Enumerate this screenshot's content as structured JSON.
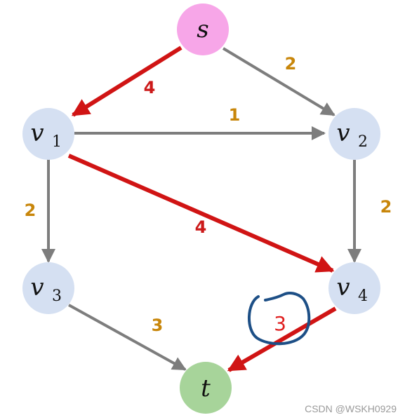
{
  "colors": {
    "edge_gray": "#7d7d7d",
    "edge_red": "#d01414",
    "weight_orange": "#c8860a",
    "weight_red": "#cc1a1a",
    "node_source": "#f7a6e8",
    "node_sink": "#a7d49a",
    "node_default": "#d5e0f2",
    "annotation_blue": "#1d4f86"
  },
  "nodes": {
    "s": {
      "label": "s",
      "sub": ""
    },
    "v1": {
      "label": "v",
      "sub": "1"
    },
    "v2": {
      "label": "v",
      "sub": "2"
    },
    "v3": {
      "label": "v",
      "sub": "3"
    },
    "v4": {
      "label": "v",
      "sub": "4"
    },
    "t": {
      "label": "t",
      "sub": ""
    }
  },
  "edges": {
    "s_v1": {
      "from": "s",
      "to": "v1",
      "weight": "4",
      "highlight": true
    },
    "s_v2": {
      "from": "s",
      "to": "v2",
      "weight": "2",
      "highlight": false
    },
    "v1_v2": {
      "from": "v1",
      "to": "v2",
      "weight": "1",
      "highlight": false
    },
    "v1_v3": {
      "from": "v1",
      "to": "v3",
      "weight": "2",
      "highlight": false
    },
    "v1_v4": {
      "from": "v1",
      "to": "v4",
      "weight": "4",
      "highlight": true
    },
    "v2_v4": {
      "from": "v2",
      "to": "v4",
      "weight": "2",
      "highlight": false
    },
    "v3_t": {
      "from": "v3",
      "to": "t",
      "weight": "3",
      "highlight": false
    },
    "v4_t": {
      "from": "v4",
      "to": "t",
      "weight": "3",
      "highlight": true
    }
  },
  "watermark": "CSDN @WSKH0929"
}
